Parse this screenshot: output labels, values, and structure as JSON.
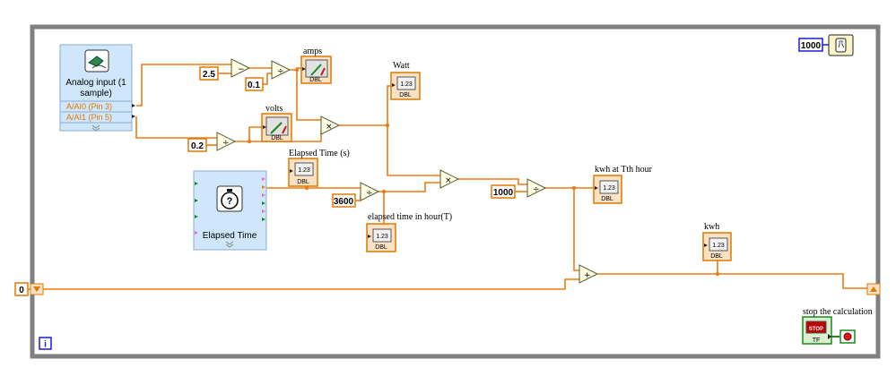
{
  "loop": {
    "iteration_terminal": "i",
    "shift_register_init": "0"
  },
  "timing": {
    "wait_ms": "1000",
    "wait_icon": "metronome-icon"
  },
  "analog_input": {
    "title_line1": "Analog input (1",
    "title_line2": "sample)",
    "pin1": "A/AI0 (Pin 3)",
    "pin2": "A/AI1 (Pin 5)"
  },
  "elapsed_time": {
    "title": "Elapsed Time"
  },
  "constants": {
    "offset": "2.5",
    "amps_divisor": "0.1",
    "volts_divisor": "0.2",
    "seconds_per_hour": "3600",
    "watts_per_kw": "1000"
  },
  "operators": {
    "subtract": "−",
    "divide": "÷",
    "multiply": "×",
    "add": "+"
  },
  "indicators": {
    "amps": "amps",
    "volts": "volts",
    "watt": "Watt",
    "elapsed_time_s": "Elapsed Time (s)",
    "elapsed_time_hour": "elapsed time in hour(T)",
    "kwh_at_t": "kwh at Tth hour",
    "kwh": "kwh",
    "numeric_glyph": "1.23",
    "type_tag": "DBL"
  },
  "stop": {
    "label": "stop the calculation",
    "button_text": "STOP",
    "type_tag": "TF"
  },
  "colors": {
    "wire_orange": "#f07a14",
    "numeric_border": "#e07800",
    "bool_green": "#1a8a1a",
    "loop_gray": "#808080",
    "express_bg": "#cfe6fb",
    "wait_blue": "#1b1bd0"
  }
}
